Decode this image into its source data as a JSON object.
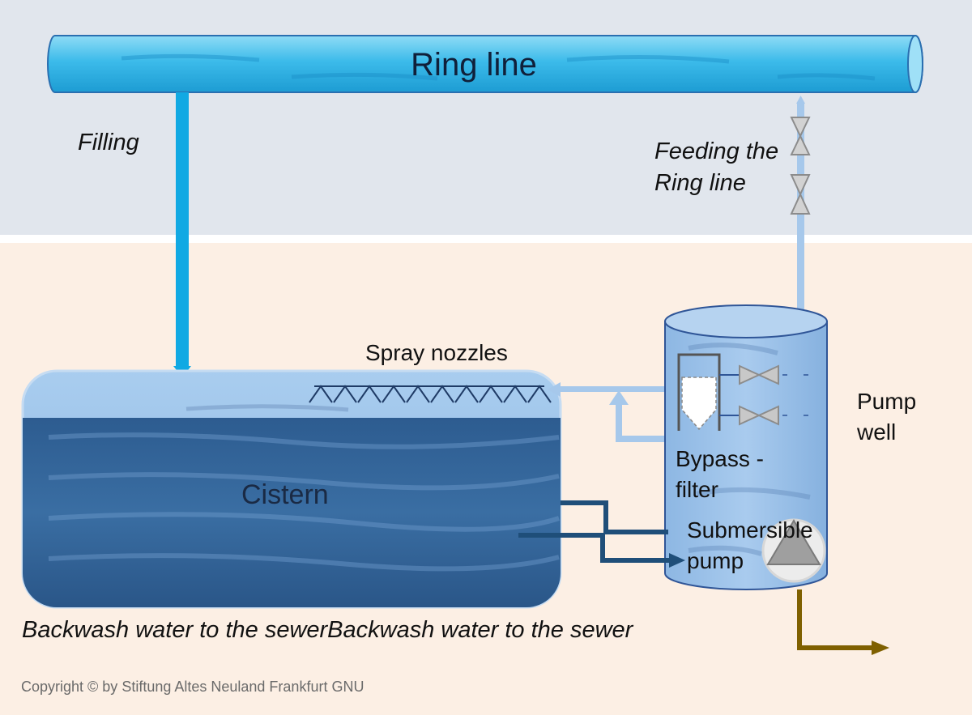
{
  "labels": {
    "ring_line": "Ring line",
    "filling": "Filling",
    "feeding": "Feeding the Ring line",
    "spray_nozzles": "Spray nozzles",
    "cistern": "Cistern",
    "pump_well": "Pump well",
    "bypass_filter": "Bypass -filter",
    "submersible_pump": "Submersible pump",
    "backwash": "Backwash water to the sewerBackwash water to the sewer"
  },
  "copyright": "Copyright © by Stiftung Altes Neuland Frankfurt GNU",
  "colors": {
    "upper_background": "#e1e6ed",
    "lower_background": "#fcefe4",
    "ring_pipe": "#2fb3e6",
    "filling_arrow": "#11a9e3",
    "light_pipe": "#a6c8eb",
    "cistern_water": "#2f5f93",
    "dark_pipe": "#1f4e79",
    "backwash_pipe": "#7f6000",
    "valve": "#a6a6a6"
  }
}
